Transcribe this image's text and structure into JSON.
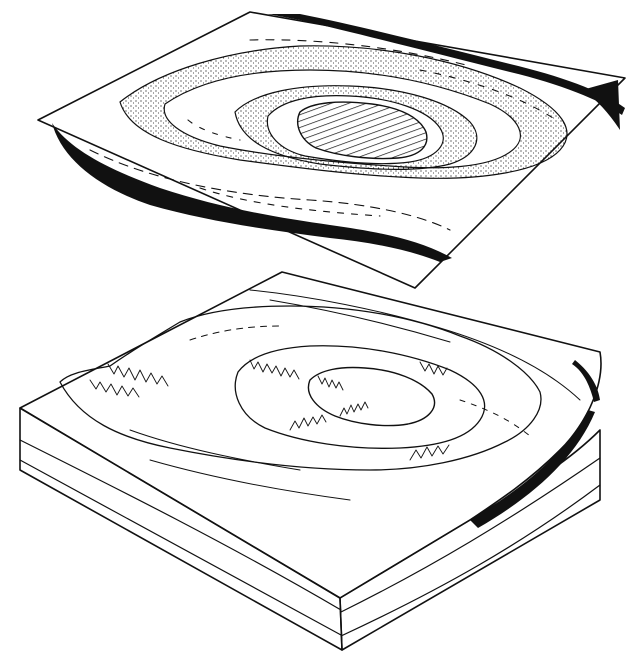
{
  "figure": {
    "colors": {
      "ink": "#111111",
      "paper": "#ffffff",
      "stipple": "#111111"
    },
    "panels": [
      {
        "name": "geologic-map-plane",
        "depicts": "outcrop-pattern-map"
      },
      {
        "name": "block-diagram",
        "depicts": "eroded-structural-dome"
      }
    ],
    "map_units": [
      {
        "pattern": "solid-black"
      },
      {
        "pattern": "stippled"
      },
      {
        "pattern": "blank"
      },
      {
        "pattern": "dashed"
      },
      {
        "pattern": "hatched-core"
      }
    ]
  }
}
